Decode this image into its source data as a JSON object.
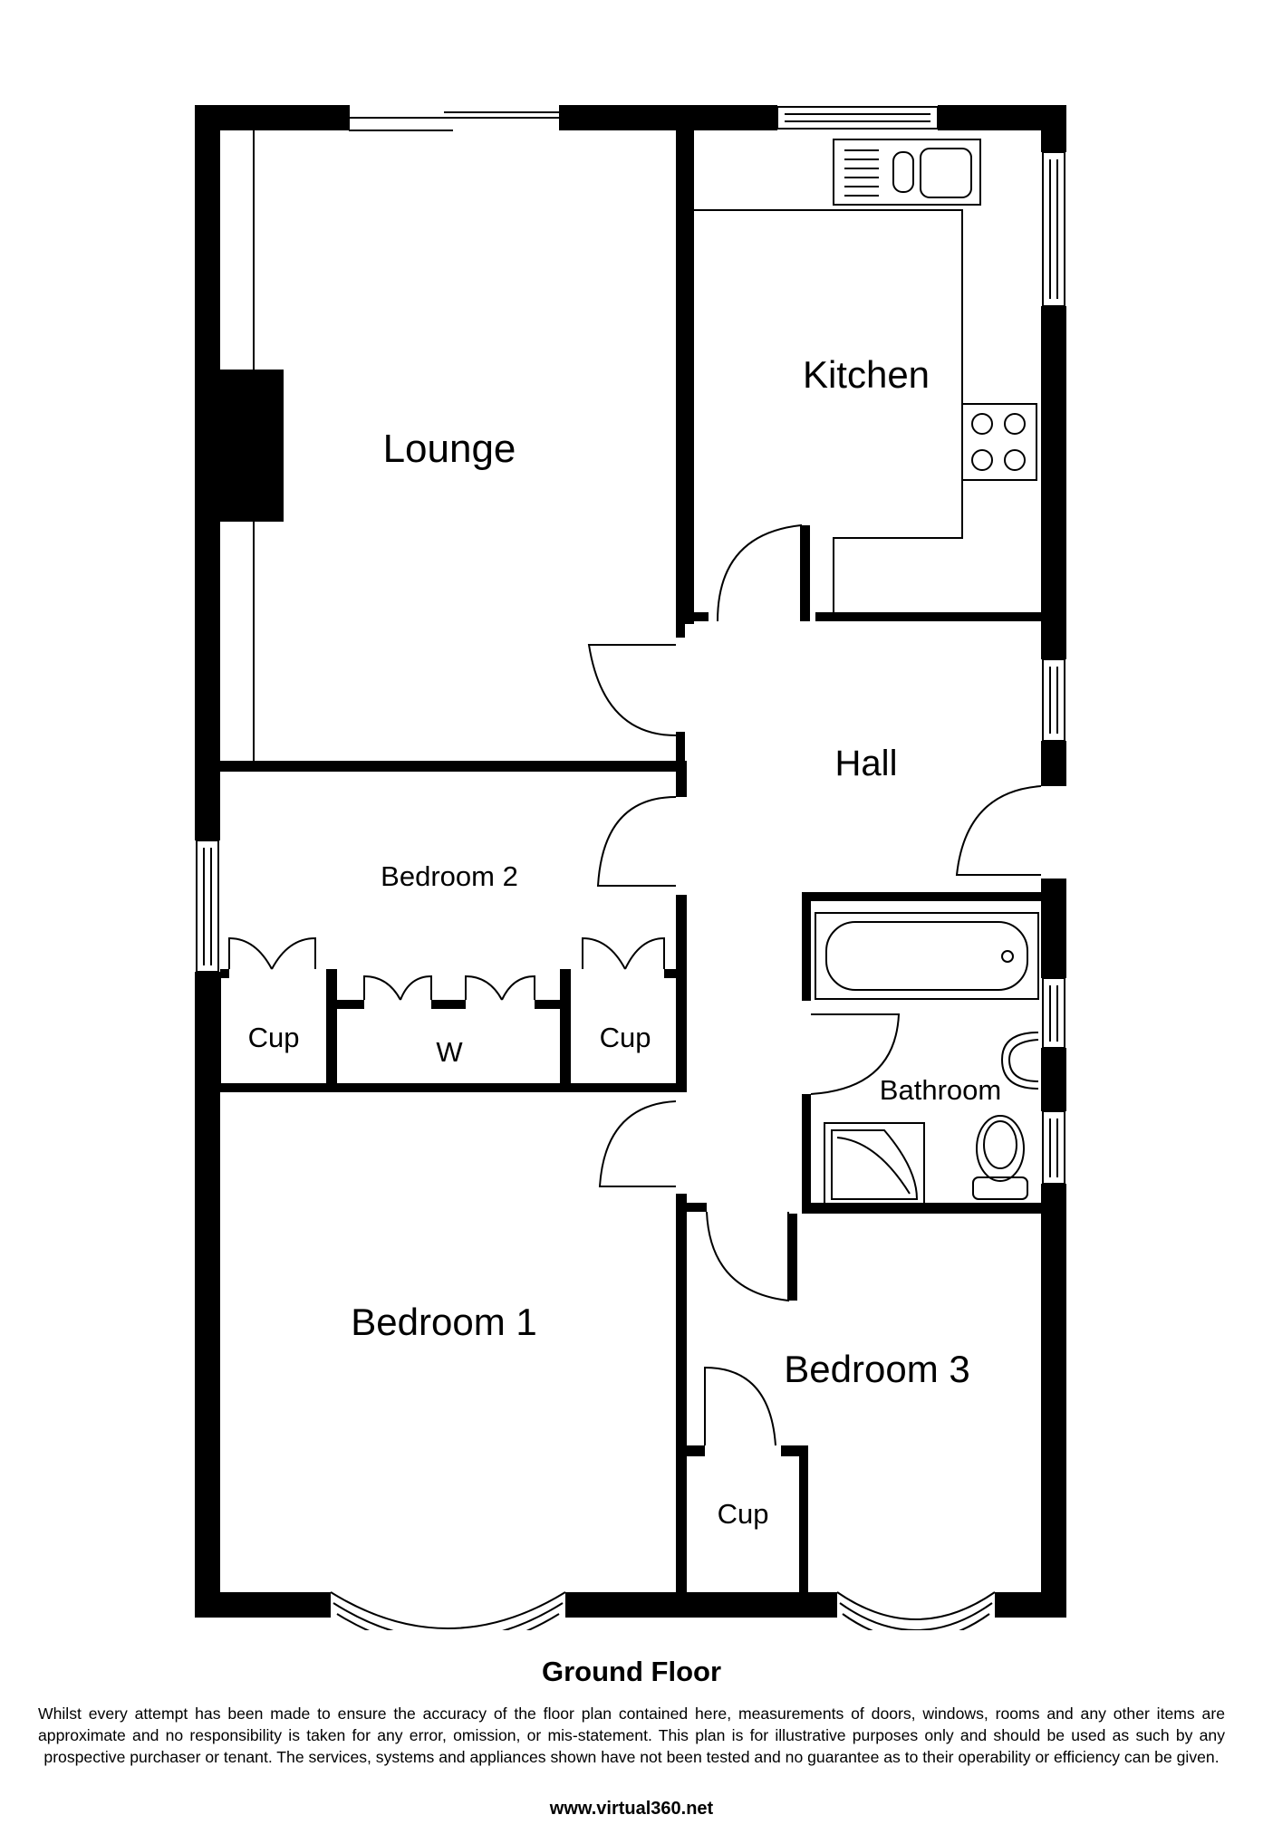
{
  "plan": {
    "floor_title": "Ground Floor",
    "rooms": {
      "lounge": "Lounge",
      "kitchen": "Kitchen",
      "hall": "Hall",
      "bedroom2": "Bedroom 2",
      "cup_left": "Cup",
      "wardrobe": "W",
      "cup_right": "Cup",
      "bathroom": "Bathroom",
      "bedroom1": "Bedroom 1",
      "bedroom3": "Bedroom 3",
      "cup_bedroom3": "Cup"
    }
  },
  "footer": {
    "disclaimer": "Whilst every attempt has been made to ensure the accuracy of the floor plan contained here, measurements of doors, windows, rooms and any other items are approximate and no responsibility is taken for any error, omission, or mis-statement. This plan is for illustrative purposes only and should be used as such by any prospective purchaser or tenant. The services, systems and appliances shown have not been tested and no guarantee as to their operability or efficiency can be given.",
    "website": "www.virtual360.net"
  },
  "colors": {
    "wall": "#000000",
    "background": "#ffffff"
  }
}
